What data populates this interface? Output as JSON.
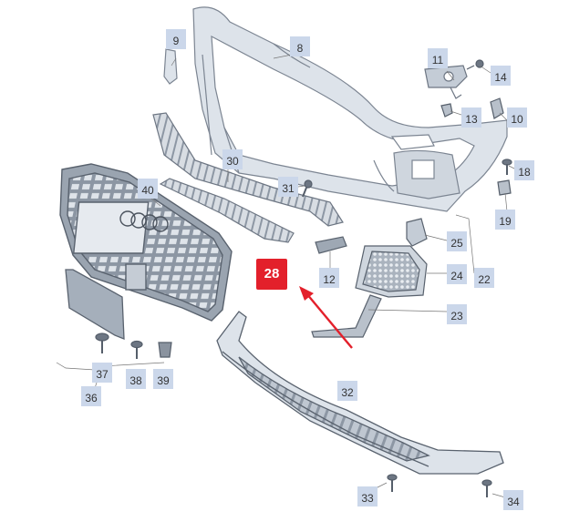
{
  "diagram": {
    "highlight_label": "28",
    "highlight_color": "#e3202b",
    "callout_color": "#cbd7ea",
    "callouts": {
      "c8": "8",
      "c9": "9",
      "c10": "10",
      "c11": "11",
      "c12": "12",
      "c13": "13",
      "c14": "14",
      "c18": "18",
      "c19": "19",
      "c22": "22",
      "c23": "23",
      "c24": "24",
      "c25": "25",
      "c30": "30",
      "c31": "31",
      "c32": "32",
      "c33": "33",
      "c34": "34",
      "c36": "36",
      "c37": "37",
      "c38": "38",
      "c39": "39",
      "c40": "40"
    }
  }
}
